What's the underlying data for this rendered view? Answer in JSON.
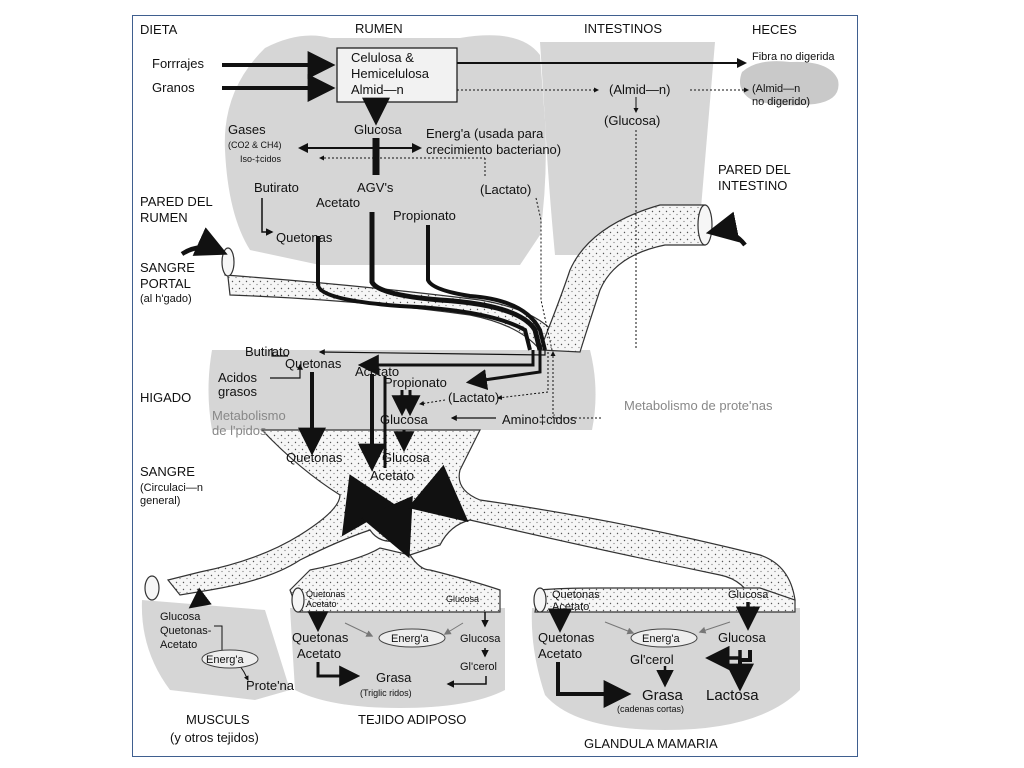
{
  "headers": {
    "dieta": "DIETA",
    "rumen": "RUMEN",
    "intestinos": "INTESTINOS",
    "heces": "HECES"
  },
  "diet": {
    "forrajes": "Forrrajes",
    "granos": "Granos"
  },
  "rumen": {
    "box_line1": "Celulosa &",
    "box_line2": "Hemicelulosa",
    "box_line3": "Almid—n",
    "glucosa": "Glucosa",
    "gases": "Gases",
    "gases_sub": "(CO2 & CH4)",
    "isoacidos": "Iso-‡cidos",
    "energia_line1": "Energ'a (usada para",
    "energia_line2": "crecimiento bacteriano)",
    "butirato": "Butirato",
    "agvs": "AGV's",
    "acetato": "Acetato",
    "propionato": "Propionato",
    "lactato": "(Lactato)",
    "quetonas": "Quetonas"
  },
  "intestine": {
    "almidon": "(Almid—n)",
    "glucosa": "(Glucosa)"
  },
  "feces": {
    "fibra": "Fibra no digerida",
    "almidon_line1": "(Almid—n",
    "almidon_line2": "no digerido)"
  },
  "side_labels": {
    "pared_rumen_1": "PARED DEL",
    "pared_rumen_2": "RUMEN",
    "pared_intestino_1": "PARED DEL",
    "pared_intestino_2": "INTESTINO",
    "sangre_portal_1": "SANGRE",
    "sangre_portal_2": "PORTAL",
    "sangre_portal_3": "(al h'gado)",
    "higado": "HIGADO",
    "sangre_1": "SANGRE",
    "sangre_2": "(Circulaci—n",
    "sangre_3": "general)"
  },
  "liver": {
    "butirato": "Butirato",
    "quetonas": "Quetonas",
    "acetato": "Acetato",
    "propionato": "Propionato",
    "acidos_1": "Acidos",
    "acidos_2": "grasos",
    "metab_1": "Metabolismo",
    "metab_2": "de l'pidos",
    "lactato": "(Lactato)",
    "glucosa": "Glucosa",
    "aminoacidos": "Amino‡cidos",
    "metab_proteinas": "Metabolismo de prote'nas"
  },
  "blood": {
    "quetonas": "Quetonas",
    "glucosa": "Glucosa",
    "acetato": "Acetato"
  },
  "muscle": {
    "glucosa": "Glucosa",
    "quetonas": "Quetonas-",
    "acetato": "Acetato",
    "energia": "Energ'a",
    "proteina": "Prote'na",
    "title_1": "MUSCULS",
    "title_2": "(y otros tejidos)"
  },
  "adipose": {
    "tube_quetonas": "Quetonas",
    "tube_acetato": "Acetato",
    "tube_glucosa": "Glucosa",
    "quetonas": "Quetonas",
    "acetato": "Acetato",
    "energia": "Energ'a",
    "glucosa": "Glucosa",
    "glicerol": "Gl'cerol",
    "grasa": "Grasa",
    "grasa_sub": "(Triglic ridos)",
    "title": "TEJIDO ADIPOSO"
  },
  "mammary": {
    "tube_quetonas": "Quetonas",
    "tube_acetato": "Acetato",
    "tube_glucosa": "Glucosa",
    "quetonas": "Quetonas",
    "acetato": "Acetato",
    "energia": "Energ'a",
    "glucosa": "Glucosa",
    "glicerol": "Gl'cerol",
    "grasa": "Grasa",
    "grasa_sub": "(cadenas cortas)",
    "lactosa": "Lactosa",
    "title": "GLANDULA MAMARIA"
  },
  "colors": {
    "region_fill": "#d6d6d6",
    "tube_fill": "#f4f4f4",
    "frame_border": "#3f5f8f",
    "ink": "#111111",
    "muted_text": "#888888"
  }
}
